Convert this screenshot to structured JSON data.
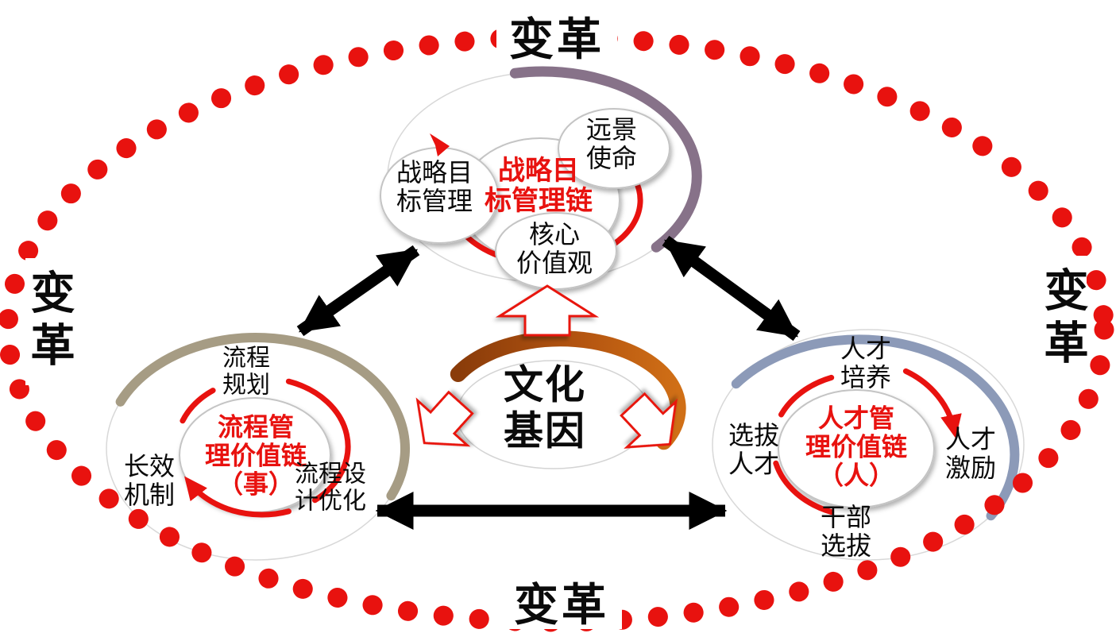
{
  "diagram": {
    "ring_label": "变革",
    "center": {
      "title": "文化\n基因"
    },
    "strategy": {
      "title": "战略目\n标管理链",
      "goal_mgmt": "战略目\n标管理",
      "vision": "远景\n使命",
      "core_values": "核心\n价值观"
    },
    "process": {
      "title": "流程管\n理价值链\n（事）",
      "planning": "流程\n规划",
      "mechanism": "长效\n机制",
      "design": "流程设\n计优化"
    },
    "talent": {
      "title": "人才管\n理价值链\n（人）",
      "development": "人才\n培养",
      "selection": "选拔\n人才",
      "incentive": "人才\n激励",
      "cadre": "干部\n选拔"
    }
  },
  "colors": {
    "dot_red": "#e8120f",
    "accent_red": "#e8120f",
    "strategy_rim": "#877289",
    "process_rim": "#a69c84",
    "talent_rim": "#8c9ab8",
    "culture_arc_start": "#8a3c0a",
    "culture_arc_mid": "#b35410",
    "culture_arc_end": "#d06f16",
    "arrow_black": "#000000"
  }
}
